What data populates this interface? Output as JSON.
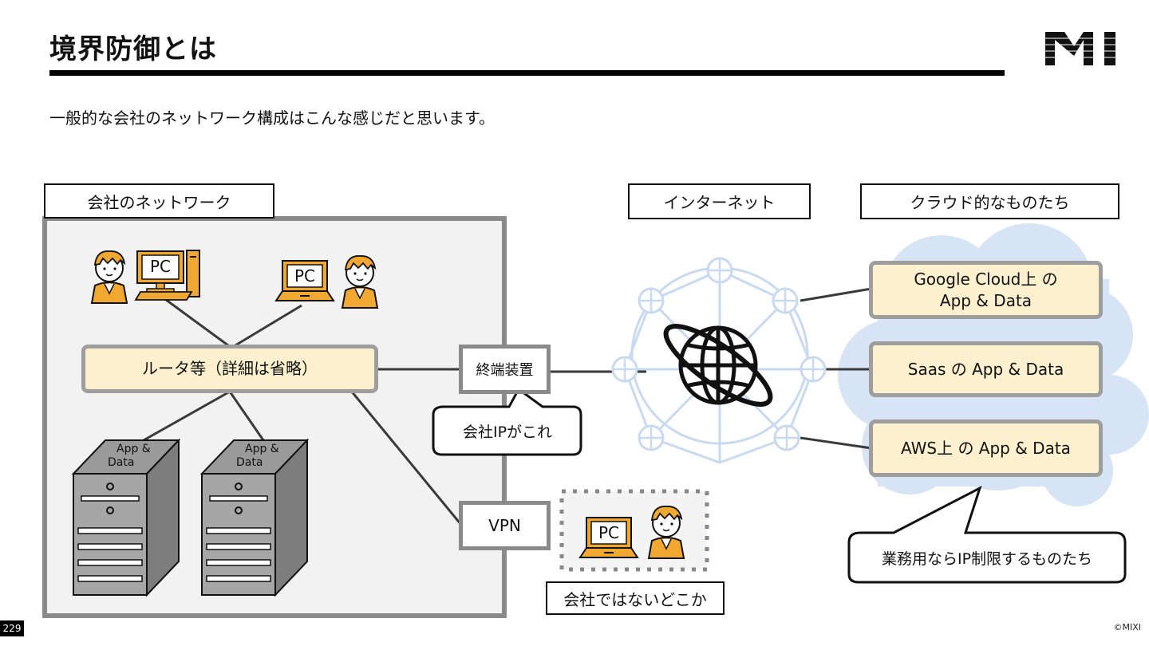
{
  "header": {
    "title": "境界防御とは",
    "logo_text": "MIXI"
  },
  "subtitle": "一般的な会社のネットワーク構成はこんな感じだと思います。",
  "zones": {
    "company_network": "会社のネットワーク",
    "internet": "インターネット",
    "cloud": "クラウド的なものたち",
    "elsewhere": "会社ではないどこか"
  },
  "nodes": {
    "pc_label": "PC",
    "router": "ルータ等（詳細は省略）",
    "terminal_device": "終端装置",
    "company_ip_callout": "会社IPがこれ",
    "vpn": "VPN",
    "server_label_line1": "App &",
    "server_label_line2": "Data"
  },
  "cloud_services": [
    {
      "line1": "Google Cloud上 の",
      "line2": "App & Data"
    },
    {
      "line1": "Saas の App & Data",
      "line2": ""
    },
    {
      "line1": "AWS上 の App & Data",
      "line2": ""
    }
  ],
  "cloud_callout": "業務用ならIP制限するものたち",
  "footer": {
    "page_number": "229",
    "copyright": "©MIXI"
  },
  "colors": {
    "yellow_fill": "#fdf0cf",
    "gray_border": "#9e9e9e",
    "network_bg": "#f2f2f2",
    "cloud_blue": "#d6e4f5",
    "globe_ring": "#c8d9f2",
    "person_orange": "#f0a830"
  },
  "icons": [
    "person-icon",
    "desktop-pc-icon",
    "laptop-icon",
    "server-icon",
    "globe-icon",
    "cloud-icon"
  ]
}
